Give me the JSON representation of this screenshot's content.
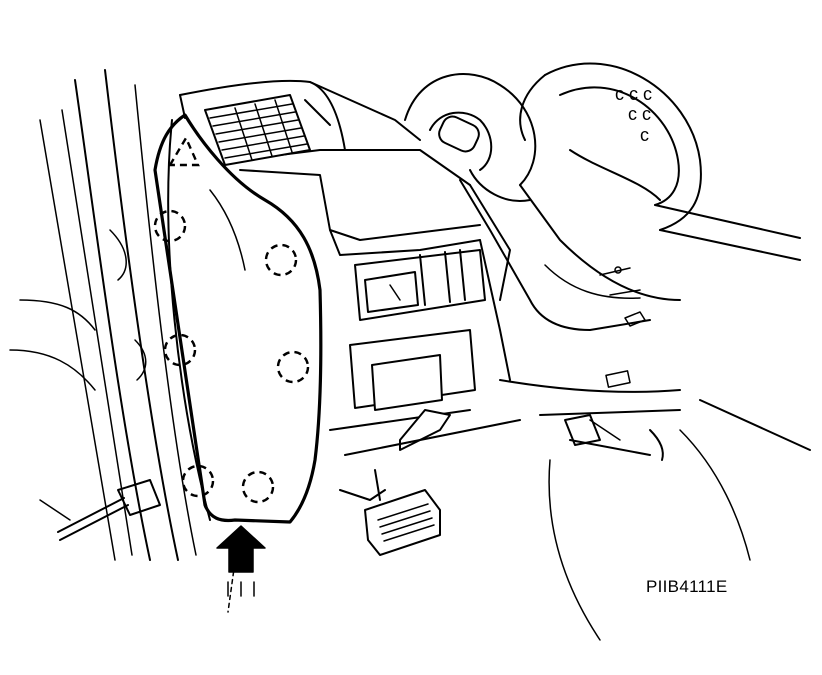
{
  "figure": {
    "code": "PIIB4111E"
  },
  "callouts": {
    "arrow": "up-arrow",
    "clip_marker_count": 7,
    "clip_marker_icon": "dashed-circle-clip-icon",
    "triangle_clip_icon": "dashed-triangle-clip-icon"
  }
}
